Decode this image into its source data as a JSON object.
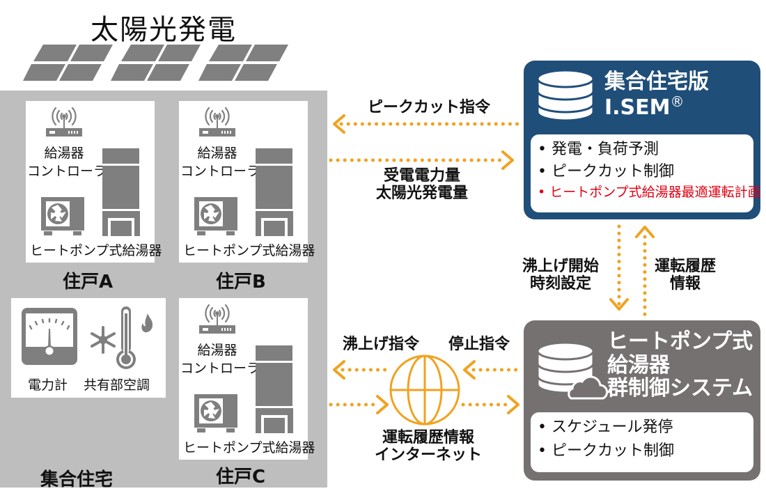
{
  "solar": {
    "title": "太陽光発電"
  },
  "building": {
    "label": "集合住宅",
    "units": [
      {
        "label": "住戸A",
        "controller": [
          "給湯器",
          "コントローラー"
        ],
        "heater": "ヒートポンプ式給湯器"
      },
      {
        "label": "住戸B",
        "controller": [
          "給湯器",
          "コントローラー"
        ],
        "heater": "ヒートポンプ式給湯器"
      },
      {
        "label": "住戸C",
        "controller": [
          "給湯器",
          "コントローラー"
        ],
        "heater": "ヒートポンプ式給湯器"
      }
    ],
    "common": {
      "meter": "電力計",
      "hvac": "共有部空調"
    }
  },
  "flows": {
    "peak_cut": "ピークカット指令",
    "received_power": [
      "受電電力量",
      "太陽光発電量"
    ],
    "boil_start": [
      "沸上げ開始",
      "時刻設定"
    ],
    "history": [
      "運転履歴",
      "情報"
    ],
    "boil_cmd": "沸上げ指令",
    "stop_cmd": "停止指令",
    "internet": [
      "運転履歴情報",
      "インターネット"
    ]
  },
  "isem": {
    "title": [
      "集合住宅版",
      "I.SEM"
    ],
    "reg_mark": "®",
    "items": [
      {
        "text": "発電・負荷予測",
        "highlight": false
      },
      {
        "text": "ピークカット制御",
        "highlight": false
      },
      {
        "text": "ヒートポンプ式給湯器最適運転計画",
        "highlight": true
      }
    ]
  },
  "hp_system": {
    "title": [
      "ヒートポンプ式",
      "給湯器",
      "群制御システム"
    ],
    "items": [
      {
        "text": "スケジュール発停"
      },
      {
        "text": "ピークカット制御"
      }
    ]
  },
  "colors": {
    "arrow": "#f0a21f",
    "isem_bg": "#1f4e79",
    "hp_bg": "#767171",
    "panel_bg": "#bebebe",
    "icon_gray": "#7f7f7f",
    "highlight_red": "#e00012"
  }
}
